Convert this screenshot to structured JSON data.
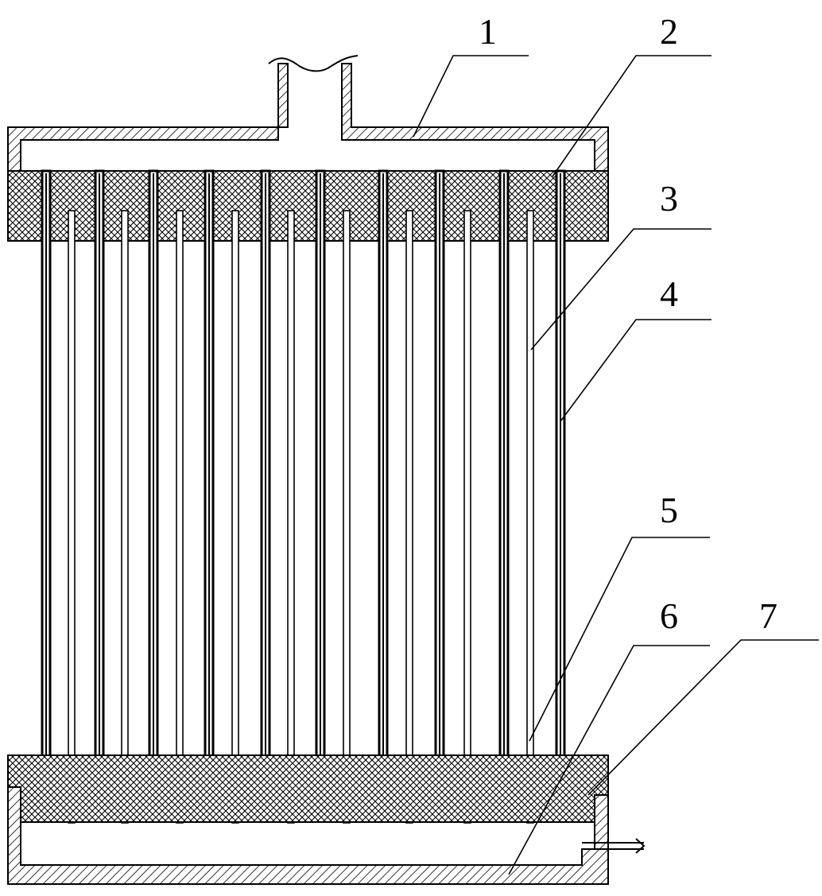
{
  "callouts": [
    {
      "number": "1"
    },
    {
      "number": "2"
    },
    {
      "number": "3"
    },
    {
      "number": "4"
    },
    {
      "number": "5"
    },
    {
      "number": "6"
    },
    {
      "number": "7"
    }
  ],
  "colors": {
    "line": "#000000",
    "background": "#ffffff"
  }
}
